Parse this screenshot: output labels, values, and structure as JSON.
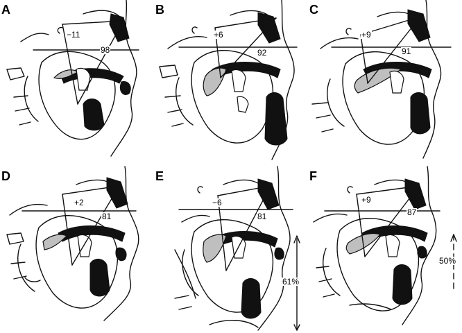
{
  "panels": [
    {
      "letter": "A",
      "angle_left": "−11",
      "angle_right": "98",
      "growth": ""
    },
    {
      "letter": "B",
      "angle_left": "+6",
      "angle_right": "92",
      "growth": ""
    },
    {
      "letter": "C",
      "angle_left": "+9",
      "angle_right": "91",
      "growth": ""
    },
    {
      "letter": "D",
      "angle_left": "+2",
      "angle_right": "81",
      "growth": ""
    },
    {
      "letter": "E",
      "angle_left": "−6",
      "angle_right": "81",
      "growth": "61%"
    },
    {
      "letter": "F",
      "angle_left": "+9",
      "angle_right": "87",
      "growth": "50%"
    }
  ]
}
